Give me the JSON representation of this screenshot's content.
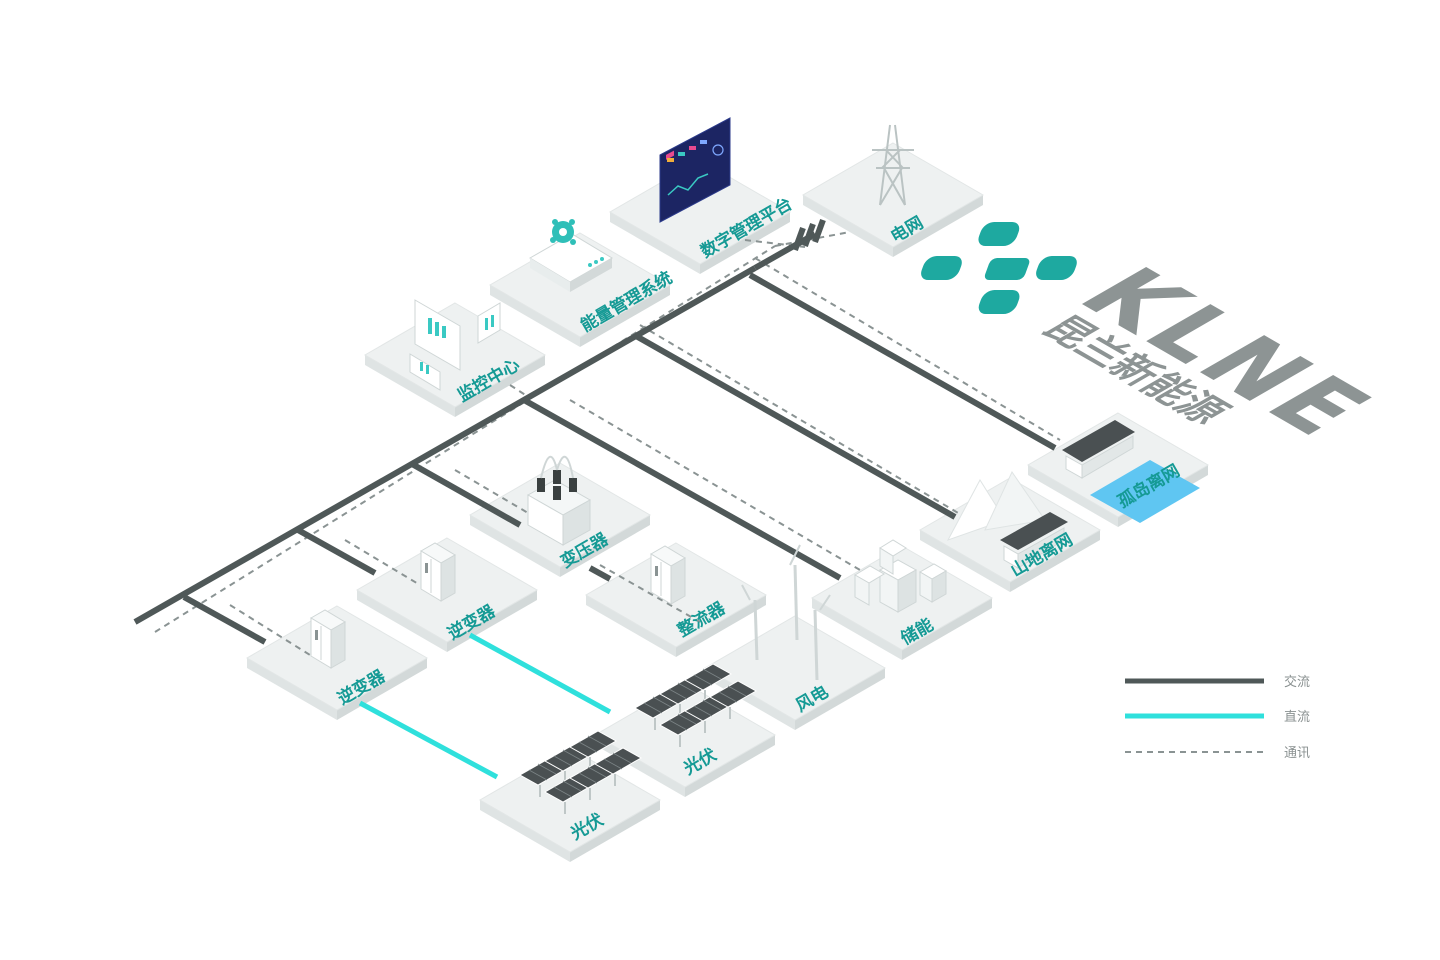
{
  "colors": {
    "ac": "#4f5858",
    "dc": "#2fe0dc",
    "communication": "#8a9393",
    "label": "#159a95",
    "brand_teal": "#1ea9a0",
    "brand_gray": "#8d9494"
  },
  "brand": {
    "english": "KLNE",
    "chinese": "昆兰新能源",
    "logo_icon": "klne-logo-icon"
  },
  "nodes": {
    "monitoring_center": "监控中心",
    "energy_management": "能量管理系统",
    "digital_platform": "数字管理平台",
    "grid": "电网",
    "transformer": "变压器",
    "inverter_1": "逆变器",
    "inverter_2": "逆变器",
    "rectifier": "整流器",
    "storage": "储能",
    "mountain_offgrid": "山地离网",
    "island_offgrid": "孤岛离网",
    "wind": "风电",
    "pv_1": "光伏",
    "pv_2": "光伏"
  },
  "legend": {
    "ac": "交流",
    "dc": "直流",
    "communication": "通讯"
  }
}
